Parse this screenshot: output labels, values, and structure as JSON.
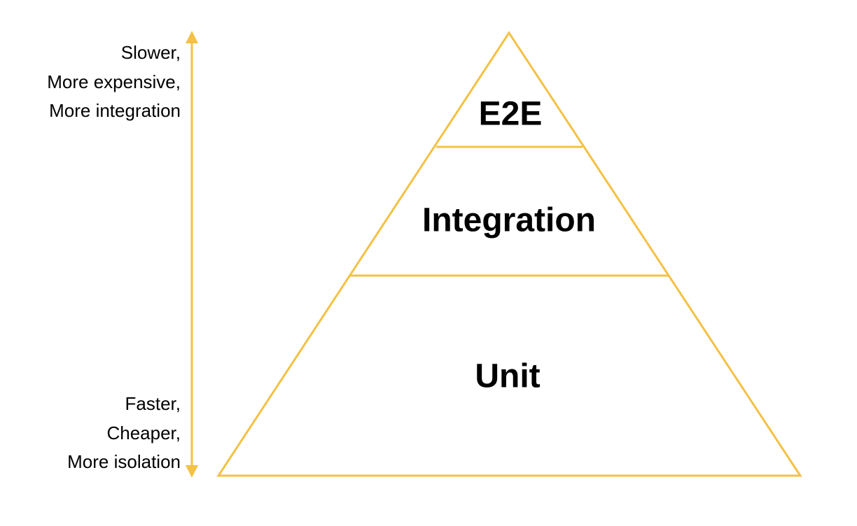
{
  "accent_color": "#F4C144",
  "top_labels": [
    "Slower,",
    "More expensive,",
    "More integration"
  ],
  "bottom_labels": [
    "Faster,",
    "Cheaper,",
    "More isolation"
  ],
  "levels": {
    "e2e": "E2E",
    "integration": "Integration",
    "unit": "Unit"
  }
}
